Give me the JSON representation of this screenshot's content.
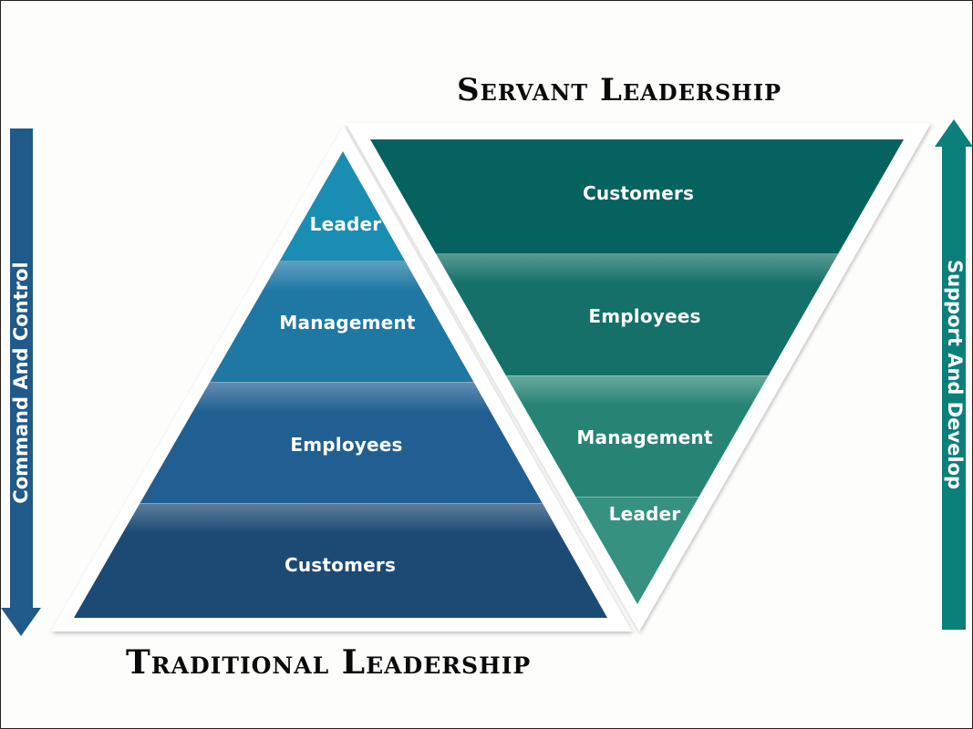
{
  "titles": {
    "servant": "Servant Leadership",
    "traditional": "Traditional Leadership"
  },
  "arrows": {
    "left": {
      "label": "Command And Control",
      "direction": "down",
      "color": "#1f5a8a"
    },
    "right": {
      "label": "Support And Develop",
      "direction": "up",
      "color": "#0b7f7a"
    }
  },
  "traditional_pyramid": {
    "orientation": "upright",
    "levels": [
      {
        "label": "Leader",
        "color": "#1a8db3"
      },
      {
        "label": "Management",
        "color": "#1f78a4"
      },
      {
        "label": "Employees",
        "color": "#215f92"
      },
      {
        "label": "Customers",
        "color": "#1c4a75"
      }
    ]
  },
  "servant_pyramid": {
    "orientation": "inverted",
    "levels": [
      {
        "label": "Customers",
        "color": "#05625f"
      },
      {
        "label": "Employees",
        "color": "#147068"
      },
      {
        "label": "Management",
        "color": "#278475"
      },
      {
        "label": "Leader",
        "color": "#369180"
      }
    ]
  }
}
